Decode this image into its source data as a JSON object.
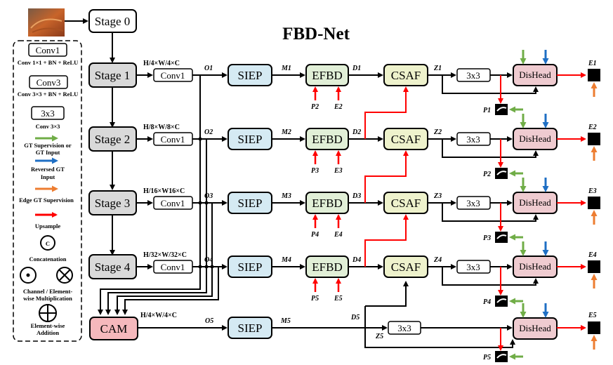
{
  "title": "FBD-Net",
  "colors": {
    "stage_fill": "#d9d9d9",
    "siep_fill": "#d5eaf3",
    "efbd_fill": "#e1efd7",
    "csaf_fill": "#eef2cc",
    "dishead_fill": "#efcbd0",
    "cam_fill": "#f5b8bc",
    "gt_arrow": "#70ad47",
    "reversed_gt_arrow": "#1f6fc4",
    "edge_gt_arrow": "#ed7d31",
    "upsample_arrow": "#ff0000"
  },
  "legend": {
    "conv1_label": "Conv1",
    "conv1_desc": "Conv 1×1 + BN + ReLU",
    "conv3_label": "Conv3",
    "conv3_desc": "Conv 3×3 + BN + ReLU",
    "k3_label": "3x3",
    "k3_desc": "Conv 3×3",
    "gt_desc_1": "GT Supervision or",
    "gt_desc_2": "GT Input",
    "rev_desc_1": "Reversed GT",
    "rev_desc_2": "Input",
    "edge_desc": "Edge GT Supervision",
    "upsample_desc": "Upsample",
    "concat_symbol": "C",
    "concat_desc": "Concatenation",
    "mult_desc_1": "Channel / Element-",
    "mult_desc_2": "wise Multiplication",
    "add_desc_1": "Element-wise",
    "add_desc_2": "Addition"
  },
  "backbone": {
    "stage0": "Stage 0",
    "stages": [
      "Stage 1",
      "Stage 2",
      "Stage 3",
      "Stage 4"
    ],
    "cam": "CAM"
  },
  "rows": [
    {
      "dim": "H/4×W/4×C",
      "conv": "Conv1",
      "o": "O1",
      "siep": "SIEP",
      "m": "M1",
      "efbd": "EFBD",
      "d": "D1",
      "p_in": "P2",
      "e_in": "E2",
      "csaf": "CSAF",
      "z": "Z1",
      "k3": "3x3",
      "head": "DisHead",
      "p_out": "P1",
      "e_out": "E1"
    },
    {
      "dim": "H/8×W/8×C",
      "conv": "Conv1",
      "o": "O2",
      "siep": "SIEP",
      "m": "M2",
      "efbd": "EFBD",
      "d": "D2",
      "p_in": "P3",
      "e_in": "E3",
      "csaf": "CSAF",
      "z": "Z2",
      "k3": "3x3",
      "head": "DisHead",
      "p_out": "P2",
      "e_out": "E2"
    },
    {
      "dim": "H/16×W16×C",
      "conv": "Conv1",
      "o": "O3",
      "siep": "SIEP",
      "m": "M3",
      "efbd": "EFBD",
      "d": "D3",
      "p_in": "P4",
      "e_in": "E4",
      "csaf": "CSAF",
      "z": "Z3",
      "k3": "3x3",
      "head": "DisHead",
      "p_out": "P3",
      "e_out": "E3"
    },
    {
      "dim": "H/32×W/32×C",
      "conv": "Conv1",
      "o": "O4",
      "siep": "SIEP",
      "m": "M4",
      "efbd": "EFBD",
      "d": "D4",
      "p_in": "P5",
      "e_in": "E5",
      "csaf": "CSAF",
      "z": "Z4",
      "k3": "3x3",
      "head": "DisHead",
      "p_out": "P4",
      "e_out": "E4"
    }
  ],
  "bottom_row": {
    "dim": "H/4×W/4×C",
    "o": "O5",
    "siep": "SIEP",
    "m": "M5",
    "d": "D5",
    "z": "Z5",
    "k3": "3x3",
    "head": "DisHead",
    "p_out": "P5",
    "e_out": "E5"
  }
}
